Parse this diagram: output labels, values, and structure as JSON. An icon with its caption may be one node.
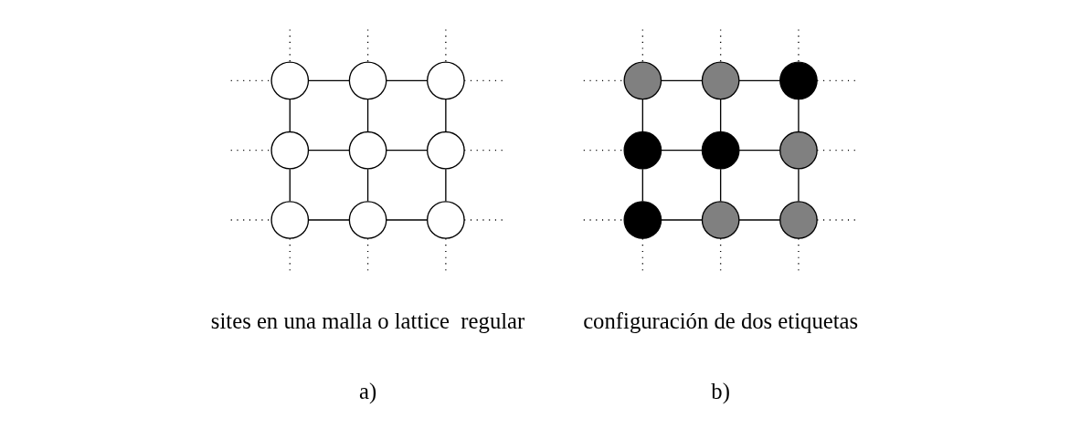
{
  "diagram": {
    "nodes": [
      {
        "text": [],
        "shape": "circle"
      },
      {
        "text": [],
        "shape": "circle"
      },
      {
        "text": [],
        "shape": "circle"
      },
      {
        "text": [],
        "shape": "circle"
      },
      {
        "text": [],
        "shape": "circle"
      },
      {
        "text": [],
        "shape": "circle"
      },
      {
        "text": [],
        "shape": "circle"
      },
      {
        "text": [],
        "shape": "circle"
      },
      {
        "text": [],
        "shape": "circle"
      },
      {
        "text": [],
        "shape": "circle"
      },
      {
        "text": [],
        "shape": "circle"
      },
      {
        "text": [],
        "shape": "circle"
      },
      {
        "text": [],
        "shape": "circle"
      },
      {
        "text": [],
        "shape": "circle"
      },
      {
        "text": [],
        "shape": "circle"
      },
      {
        "text": [],
        "shape": "circle"
      },
      {
        "text": [],
        "shape": "circle"
      },
      {
        "text": [],
        "shape": "circle"
      }
    ],
    "edges": [
      {
        "from": 0,
        "to": 1,
        "arrow": "none"
      },
      {
        "from": 1,
        "to": 2,
        "arrow": "none"
      },
      {
        "from": 3,
        "to": 4,
        "arrow": "none"
      },
      {
        "from": 4,
        "to": 5,
        "arrow": "none"
      },
      {
        "from": 6,
        "to": 7,
        "arrow": "none"
      },
      {
        "from": 7,
        "to": 8,
        "arrow": "none"
      },
      {
        "from": 0,
        "to": 3,
        "arrow": "none"
      },
      {
        "from": 3,
        "to": 6,
        "arrow": "none"
      },
      {
        "from": 1,
        "to": 4,
        "arrow": "none"
      },
      {
        "from": 4,
        "to": 7,
        "arrow": "none"
      },
      {
        "from": 2,
        "to": 5,
        "arrow": "none"
      },
      {
        "from": 5,
        "to": 8,
        "arrow": "none"
      },
      {
        "from": 0,
        "to": null,
        "arrow": "none",
        "style": "dashed"
      },
      {
        "from": 0,
        "to": null,
        "arrow": "none",
        "style": "dashed"
      },
      {
        "from": 1,
        "to": null,
        "arrow": "none",
        "style": "dashed"
      },
      {
        "from": 2,
        "to": null,
        "arrow": "none",
        "style": "dashed"
      },
      {
        "from": 2,
        "to": null,
        "arrow": "none",
        "style": "dashed"
      },
      {
        "from": 3,
        "to": null,
        "arrow": "none",
        "style": "dashed"
      },
      {
        "from": 5,
        "to": null,
        "arrow": "none",
        "style": "dashed"
      },
      {
        "from": 6,
        "to": null,
        "arrow": "none",
        "style": "dashed"
      },
      {
        "from": 6,
        "to": null,
        "arrow": "none",
        "style": "dashed"
      },
      {
        "from": 7,
        "to": null,
        "arrow": "none",
        "style": "dashed"
      },
      {
        "from": 8,
        "to": null,
        "arrow": "none",
        "style": "dashed"
      },
      {
        "from": 8,
        "to": null,
        "arrow": "none",
        "style": "dashed"
      },
      {
        "from": 9,
        "to": 10,
        "arrow": "none"
      },
      {
        "from": 10,
        "to": 11,
        "arrow": "none"
      },
      {
        "from": 12,
        "to": 13,
        "arrow": "none"
      },
      {
        "from": 13,
        "to": 14,
        "arrow": "none"
      },
      {
        "from": 15,
        "to": 16,
        "arrow": "none"
      },
      {
        "from": 16,
        "to": 17,
        "arrow": "none"
      },
      {
        "from": 9,
        "to": 12,
        "arrow": "none"
      },
      {
        "from": 12,
        "to": 15,
        "arrow": "none"
      },
      {
        "from": 10,
        "to": 13,
        "arrow": "none"
      },
      {
        "from": 13,
        "to": 16,
        "arrow": "none"
      },
      {
        "from": 11,
        "to": 14,
        "arrow": "none"
      },
      {
        "from": 14,
        "to": 17,
        "arrow": "none"
      },
      {
        "from": 9,
        "to": null,
        "arrow": "none",
        "style": "dashed"
      },
      {
        "from": 9,
        "to": null,
        "arrow": "none",
        "style": "dashed"
      },
      {
        "from": 10,
        "to": null,
        "arrow": "none",
        "style": "dashed"
      },
      {
        "from": 11,
        "to": null,
        "arrow": "none",
        "style": "dashed"
      },
      {
        "from": 11,
        "to": null,
        "arrow": "none",
        "style": "dashed"
      },
      {
        "from": 12,
        "to": null,
        "arrow": "none",
        "style": "dashed"
      },
      {
        "from": 14,
        "to": null,
        "arrow": "none",
        "style": "dashed"
      },
      {
        "from": 15,
        "to": null,
        "arrow": "none",
        "style": "dashed"
      },
      {
        "from": 15,
        "to": null,
        "arrow": "none",
        "style": "dashed"
      },
      {
        "from": 16,
        "to": null,
        "arrow": "none",
        "style": "dashed"
      },
      {
        "from": 17,
        "to": null,
        "arrow": "none",
        "style": "dashed"
      },
      {
        "from": 17,
        "to": null,
        "arrow": "none",
        "style": "dashed"
      }
    ],
    "labels": [
      "sites en una malla o lattice  regular",
      "configuración de dos etiquetas",
      "a)",
      "b)"
    ]
  }
}
